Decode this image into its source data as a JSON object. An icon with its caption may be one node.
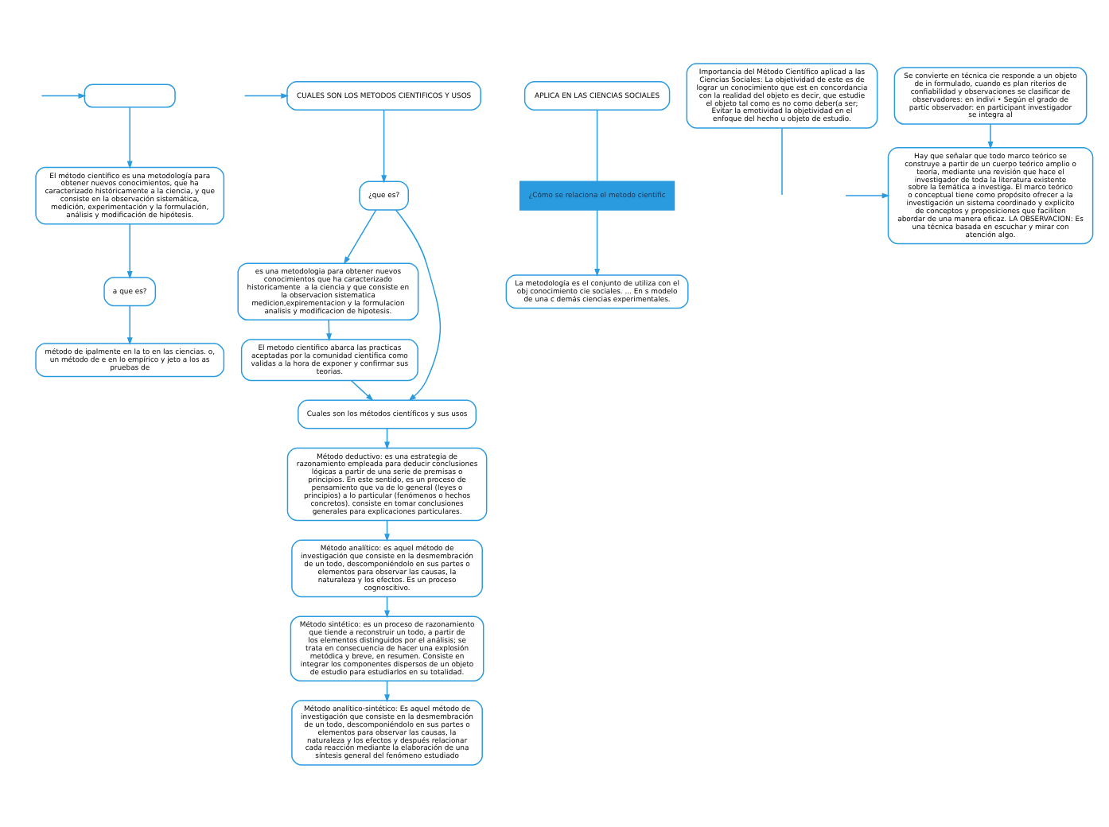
{
  "diagram": {
    "nodes": [
      {
        "text": [],
        "shape": "box"
      },
      {
        "text": [
          "El método científico es una metodología para obtener nuevos conocimientos, que ha caracterizado históricamente a la ciencia, y que consiste en la observación sistemática, medición, experimentación y la formulación, análisis y modificación de hipótesis."
        ]
      },
      {
        "text": [
          "a que es?"
        ]
      },
      {
        "text": [
          "método de ipalmente en la to en las ciencias. o, un método de e en lo empírico y jeto a los as pruebas de"
        ]
      },
      {
        "text": [
          "CUALES SON LOS METODOS CIENTIFICOS Y USOS"
        ]
      },
      {
        "text": [
          "¿que es?"
        ]
      },
      {
        "text": [
          "es una metodologia para obtener nuevos conocimientos que ha caracterizado historicamente  a la ciencia y que consiste en la observacion sistematica medicion,expirementacion y la formulacion analisis y modificacion de hipotesis."
        ]
      },
      {
        "text": [
          "Cuales son los métodos científicos y sus usos"
        ]
      },
      {
        "text": [
          "El metodo cientifico abarca las practicas aceptadas por la comunidad cientifica como validas a la hora de exponer y confirmar sus teorias."
        ]
      },
      {
        "text": [
          "Método deductivo: es una estrategia de razonamiento empleada para deducir conclusiones lógicas a partir de una serie de premisas o principios. En este sentido, es un proceso de pensamiento que va de lo general (leyes o principios) a lo particular (fenómenos o hechos concretos). consiste en tomar conclusiones generales para explicaciones particulares."
        ]
      },
      {
        "text": [
          "Método analítico-sintético: Es aquel método de investigación que consiste en la desmembración de un todo, descomponiéndolo en sus partes o elementos para observar las causas, la naturaleza y los efectos y después relacionar cada reacción mediante la elaboración de una síntesis general del fenómeno estudiado"
        ]
      },
      {
        "text": [
          "Método analítico: es aquel método de investigación que consiste en la desmembración de un todo, descomponiéndolo en sus partes o elementos para observar las causas, la naturaleza y los efectos. Es un proceso cognoscitivo."
        ]
      },
      {
        "text": [
          "Método sintético: es un proceso de razonamiento que tiende a reconstruir un todo, a partir de los elementos distinguidos por el análisis; se trata en consecuencia de hacer una explosión metódica y breve, en resumen. Consiste en integrar los componentes dispersos de un objeto de estudio para estudiarlos en su totalidad."
        ]
      },
      {
        "text": [
          "APLICA EN LAS CIENCIAS SOCIALES"
        ]
      },
      {
        "text": [
          "¿Cómo se relaciona el metodo cientific"
        ]
      },
      {
        "text": [
          "La metodología es el conjunto de utiliza con el obj conocimiento cie sociales. ... En s modelo de una c demás ciencias experimentales."
        ]
      },
      {
        "text": [
          "Importancia del Método Científico aplicad a las Ciencias Sociales: La objetividad de este es de lograr un conocimiento que est en concordancia con la realidad del objeto es decir, que estudie el objeto tal como es no como deber(a ser; Evitar la emotividad la objetividad en el enfoque del hecho u objeto de estudio."
        ]
      },
      {
        "text": [
          "Hay que señalar que todo marco teórico se construye a partir de un cuerpo teórico amplio o teoría, mediante una revisión que hace el investigador de toda la literatura existente sobre la temática a investiga. El marco teórico o conceptual tiene como propósito ofrecer a la investigación un sistema coordinado y explícito de conceptos y proposiciones que faciliten abordar de una manera eficaz. LA OBSERVACION: Es una técnica basada en escuchar y mirar con atención algo."
        ]
      },
      {
        "text": [
          "Se convierte en técnica cie responde a un objeto de in formulado, cuando es plan riterios de confiabilidad y observaciones se clasificar de observadores: en indivi • Según el grado de partic observador: en participant investigador se integra al"
        ]
      }
    ],
    "edges": [
      {
        "from": null,
        "to": 0,
        "arrow": "to"
      },
      {
        "from": 0,
        "to": 1,
        "arrow": "to"
      },
      {
        "from": 1,
        "to": 2,
        "arrow": "to"
      },
      {
        "from": 2,
        "to": 3,
        "arrow": "to"
      },
      {
        "from": null,
        "to": 4,
        "arrow": "to"
      },
      {
        "from": 4,
        "to": 5,
        "arrow": "to"
      },
      {
        "from": 5,
        "to": 6,
        "arrow": "to"
      },
      {
        "from": 5,
        "to": 7,
        "arrow": "to"
      },
      {
        "from": 6,
        "to": 8,
        "arrow": "to"
      },
      {
        "from": 8,
        "to": 7,
        "arrow": "to"
      },
      {
        "from": 7,
        "to": 9,
        "arrow": "to"
      },
      {
        "from": 9,
        "to": 11,
        "arrow": "to"
      },
      {
        "from": 11,
        "to": 12,
        "arrow": "to"
      },
      {
        "from": 12,
        "to": 10,
        "arrow": "to"
      },
      {
        "from": 13,
        "to": 14,
        "arrow": "none"
      },
      {
        "from": 14,
        "to": 15,
        "arrow": "to"
      },
      {
        "from": 16,
        "to": null,
        "arrow": "none"
      },
      {
        "from": null,
        "to": 17,
        "arrow": "to"
      },
      {
        "from": 18,
        "to": 17,
        "arrow": "to"
      }
    ]
  }
}
